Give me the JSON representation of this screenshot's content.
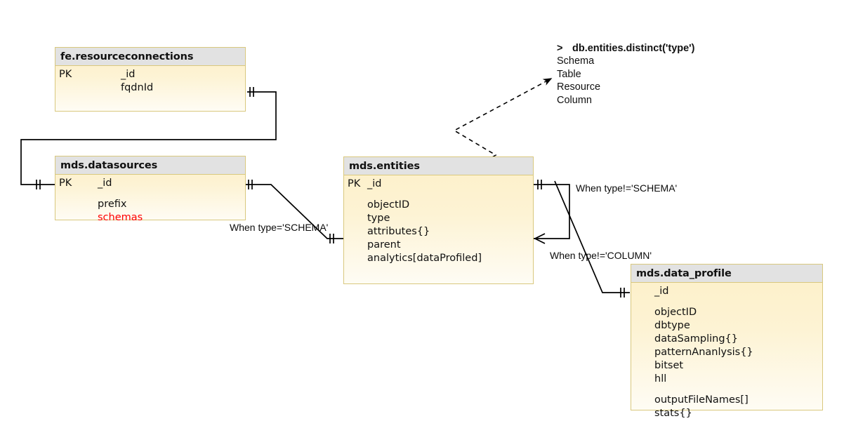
{
  "diagram": {
    "title": "metadata-store entity relationship diagram",
    "accent_border": "#d9c87e",
    "header_fill": "#e2e2e2",
    "body_fill": "#fdf1cc",
    "highlight_color": "#ff0000",
    "line_color": "#000000"
  },
  "entities": [
    {
      "id": "fe_resourceconnections",
      "name": "fe.resourceconnections",
      "fields": [
        {
          "key": "PK",
          "name": "_id",
          "red": false,
          "gap": false
        },
        {
          "key": "",
          "name": "fqdnId",
          "red": false,
          "gap": false
        }
      ]
    },
    {
      "id": "mds_datasources",
      "name": "mds.datasources",
      "fields": [
        {
          "key": "PK",
          "name": "_id",
          "red": false,
          "gap": false
        },
        {
          "key": "",
          "name": "prefix",
          "red": false,
          "gap": true
        },
        {
          "key": "",
          "name": "schemas",
          "red": true,
          "gap": false
        }
      ]
    },
    {
      "id": "mds_entities",
      "name": "mds.entities",
      "fields": [
        {
          "key": "PK",
          "name": "_id",
          "red": false,
          "gap": false
        },
        {
          "key": "",
          "name": "objectID",
          "red": false,
          "gap": true
        },
        {
          "key": "",
          "name": "type",
          "red": false,
          "gap": false
        },
        {
          "key": "",
          "name": "attributes{}",
          "red": false,
          "gap": false
        },
        {
          "key": "",
          "name": "parent",
          "red": false,
          "gap": false
        },
        {
          "key": "",
          "name": "analytics[dataProfiled]",
          "red": false,
          "gap": false
        }
      ]
    },
    {
      "id": "mds_data_profile",
      "name": "mds.data_profile",
      "fields": [
        {
          "key": "",
          "name": "_id",
          "red": false,
          "gap": false
        },
        {
          "key": "",
          "name": "objectID",
          "red": false,
          "gap": true
        },
        {
          "key": "",
          "name": "dbtype",
          "red": false,
          "gap": false
        },
        {
          "key": "",
          "name": "dataSampling{}",
          "red": false,
          "gap": false
        },
        {
          "key": "",
          "name": "patternAnanlysis{}",
          "red": false,
          "gap": false
        },
        {
          "key": "",
          "name": "bitset",
          "red": false,
          "gap": false
        },
        {
          "key": "",
          "name": "hll",
          "red": false,
          "gap": false
        },
        {
          "key": "",
          "name": "outputFileNames[]",
          "red": false,
          "gap": true
        },
        {
          "key": "",
          "name": "stats{}",
          "red": false,
          "gap": false
        }
      ]
    }
  ],
  "relationship_labels": [
    {
      "id": "schema_eq",
      "text": "When type='SCHEMA'"
    },
    {
      "id": "schema_neq",
      "text": "When type!='SCHEMA'"
    },
    {
      "id": "column_neq",
      "text": "When type!='COLUMN'"
    }
  ],
  "query": {
    "prompt": ">",
    "command": "db.entities.distinct('type')",
    "results": [
      "Schema",
      "Table",
      "Resource",
      "Column"
    ]
  }
}
